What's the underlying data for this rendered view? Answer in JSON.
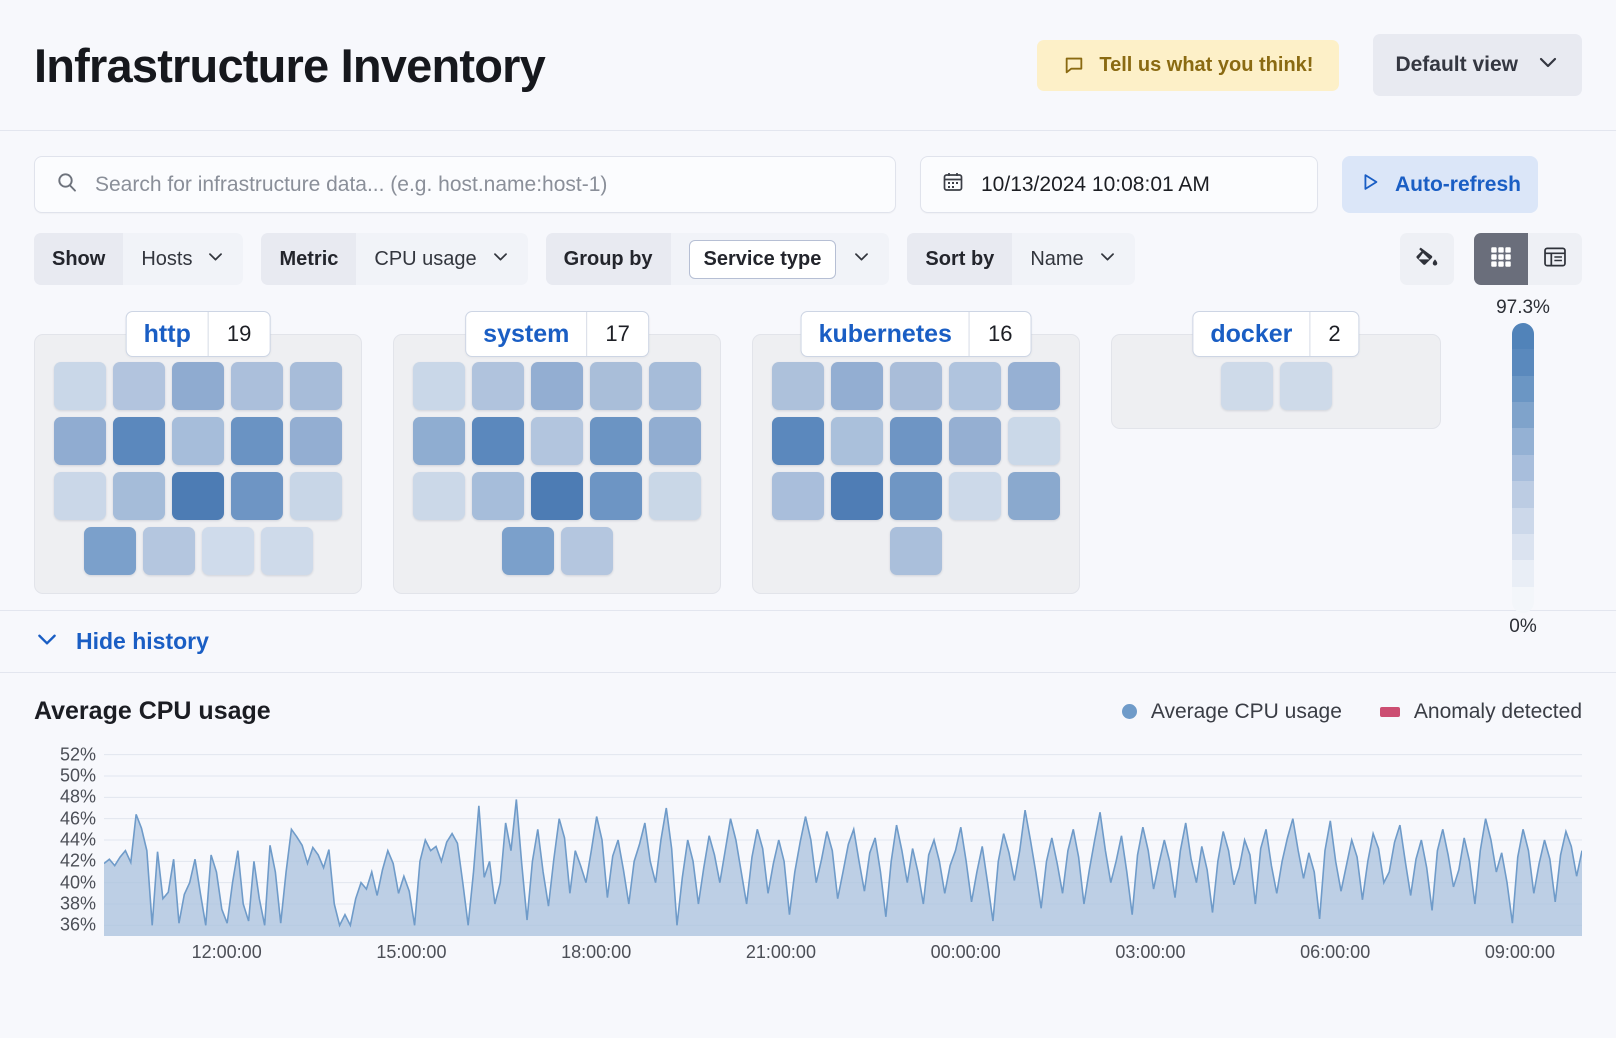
{
  "header": {
    "title": "Infrastructure Inventory",
    "feedback_label": "Tell us what you think!",
    "feedback_icon": "speech-bubble-icon",
    "view_label": "Default view",
    "view_icon": "chevron-down-icon"
  },
  "search": {
    "placeholder": "Search for infrastructure data... (e.g. host.name:host-1)",
    "icon": "search-icon",
    "date_value": "10/13/2024 10:08:01 AM",
    "date_icon": "calendar-icon",
    "refresh_label": "Auto-refresh",
    "refresh_icon": "play-icon"
  },
  "controls": {
    "show_label": "Show",
    "show_value": "Hosts",
    "metric_label": "Metric",
    "metric_value": "CPU usage",
    "groupby_label": "Group by",
    "groupby_value": "Service type",
    "sortby_label": "Sort by",
    "sortby_value": "Name",
    "fill_icon": "paint-bucket-icon",
    "grid_view_icon": "grid-view-icon",
    "table_view_icon": "table-view-icon"
  },
  "legend_scale": {
    "max": "97.3%",
    "min": "0%",
    "colors": [
      "#5183b9",
      "#5a89bd",
      "#6b96c4",
      "#7fa3cb",
      "#94b1d4",
      "#a8bedc",
      "#bccce3",
      "#ccd8ea",
      "#dbe3f0",
      "#e9eef6",
      "#f3f6fa"
    ]
  },
  "groups": [
    {
      "name": "http",
      "count": "19",
      "tiles": [
        "#c9d7e8",
        "#b2c4de",
        "#8fabd0",
        "#abbfdb",
        "#a7bcd9",
        "#90acd1",
        "#5b88bd",
        "#a6bdda",
        "#6a93c3",
        "#93aed2",
        "#cad7e8",
        "#a5bcd9",
        "#4d7cb4",
        "#6e95c4",
        "#c8d6e7",
        "#7ba0cb",
        "#b4c6df",
        "#cfdbeb",
        "#cedaea"
      ]
    },
    {
      "name": "system",
      "count": "17",
      "tiles": [
        "#c9d7e8",
        "#b0c3dd",
        "#93aed2",
        "#a9bed9",
        "#a6bcd9",
        "#8fadd1",
        "#5b88bd",
        "#b2c5de",
        "#6b94c3",
        "#91add1",
        "#cbd8e8",
        "#a6bdda",
        "#4d7cb4",
        "#6d95c4",
        "#c9d7e7",
        "#7ba0cb",
        "#b4c6df"
      ]
    },
    {
      "name": "kubernetes",
      "count": "16",
      "tiles": [
        "#adc1db",
        "#93aed2",
        "#a9bdd9",
        "#b0c4de",
        "#96b0d3",
        "#5b88bd",
        "#aac0db",
        "#6e95c4",
        "#95afd2",
        "#cad8e8",
        "#a9bedb",
        "#4f7db5",
        "#6f96c4",
        "#ccd9e9",
        "#8aa9ce",
        "#aabfdb"
      ]
    },
    {
      "name": "docker",
      "count": "2",
      "tiles": [
        "#cedae9",
        "#cedae9"
      ]
    }
  ],
  "history": {
    "toggle_label": "Hide history",
    "toggle_icon": "chevron-down-icon"
  },
  "chart_data": {
    "type": "area",
    "title": "Average CPU usage",
    "xlabel": "",
    "ylabel": "",
    "ylim": [
      35,
      53
    ],
    "yticks": [
      "36%",
      "38%",
      "40%",
      "42%",
      "44%",
      "46%",
      "48%",
      "50%",
      "52%"
    ],
    "ytick_values": [
      36,
      38,
      40,
      42,
      44,
      46,
      48,
      50,
      52
    ],
    "xticks": [
      "12:00:00",
      "15:00:00",
      "18:00:00",
      "21:00:00",
      "00:00:00",
      "03:00:00",
      "06:00:00",
      "09:00:00"
    ],
    "xtick_positions": [
      0.083,
      0.208,
      0.333,
      0.458,
      0.583,
      0.708,
      0.833,
      0.958
    ],
    "grid": true,
    "legend_position": "top-right",
    "legend": [
      {
        "name": "Average CPU usage",
        "color": "#6f9bc9",
        "marker": "circle"
      },
      {
        "name": "Anomaly detected",
        "color": "#cc4e72",
        "marker": "square"
      }
    ],
    "series": [
      {
        "name": "Average CPU usage",
        "color": "#6f9bc9",
        "fill": "#a9c1dd",
        "values": [
          41.8,
          42.2,
          41.6,
          42.4,
          43.0,
          41.9,
          46.4,
          45.1,
          43.0,
          36.0,
          42.9,
          38.5,
          39.1,
          42.2,
          36.2,
          38.9,
          40.0,
          42.2,
          39.0,
          36.0,
          42.6,
          41.0,
          37.5,
          36.2,
          40.0,
          43.0,
          38.0,
          36.4,
          42.0,
          38.5,
          36.0,
          43.5,
          41.0,
          36.2,
          41.0,
          45.0,
          44.3,
          43.5,
          41.8,
          43.3,
          42.6,
          41.4,
          43.1,
          38.0,
          36.0,
          37.0,
          36.0,
          38.5,
          40.0,
          39.4,
          41.0,
          38.8,
          41.2,
          43.0,
          41.8,
          39.0,
          40.6,
          39.2,
          36.0,
          42.0,
          44.0,
          43.0,
          43.4,
          42.0,
          43.8,
          44.6,
          43.7,
          40.0,
          36.0,
          41.0,
          47.2,
          40.5,
          42.0,
          38.0,
          40.0,
          45.6,
          43.0,
          47.8,
          41.8,
          36.5,
          42.0,
          45.0,
          41.0,
          37.8,
          42.2,
          46.0,
          44.2,
          39.0,
          43.0,
          41.6,
          40.0,
          43.0,
          46.2,
          44.0,
          38.6,
          42.5,
          44.0,
          41.2,
          38.0,
          42.0,
          43.6,
          45.6,
          42.0,
          40.0,
          44.0,
          47.0,
          43.2,
          36.0,
          40.5,
          44.0,
          42.0,
          38.0,
          41.4,
          44.4,
          42.6,
          40.0,
          43.0,
          46.0,
          44.0,
          41.0,
          38.0,
          42.4,
          45.0,
          43.2,
          39.0,
          41.8,
          44.0,
          42.0,
          37.0,
          41.0,
          43.8,
          46.2,
          44.0,
          40.0,
          42.2,
          44.8,
          43.0,
          38.5,
          41.0,
          43.6,
          45.0,
          42.0,
          39.2,
          42.8,
          44.2,
          41.0,
          36.8,
          42.0,
          45.4,
          43.0,
          40.0,
          43.2,
          41.0,
          38.0,
          42.6,
          44.0,
          42.0,
          39.0,
          41.6,
          43.0,
          45.2,
          42.0,
          38.2,
          41.0,
          43.4,
          40.0,
          36.4,
          42.0,
          44.6,
          42.8,
          40.2,
          43.0,
          46.8,
          44.0,
          41.0,
          37.6,
          42.0,
          44.2,
          41.8,
          39.0,
          43.0,
          45.0,
          42.4,
          38.0,
          41.2,
          44.0,
          46.6,
          43.0,
          40.0,
          42.0,
          44.4,
          41.0,
          37.0,
          42.6,
          45.2,
          43.0,
          39.4,
          41.8,
          44.0,
          42.0,
          38.6,
          43.0,
          45.6,
          42.2,
          40.0,
          43.4,
          41.2,
          37.2,
          42.0,
          44.8,
          43.0,
          39.8,
          41.4,
          44.0,
          42.6,
          38.0,
          43.2,
          45.0,
          41.6,
          39.0,
          42.0,
          44.2,
          46.0,
          43.0,
          40.4,
          42.8,
          41.0,
          36.6,
          43.0,
          45.8,
          42.0,
          39.2,
          41.6,
          44.0,
          42.4,
          38.4,
          42.0,
          44.6,
          43.2,
          40.0,
          41.0,
          43.8,
          45.4,
          42.0,
          38.8,
          42.2,
          44.0,
          41.4,
          37.4,
          43.0,
          45.0,
          42.6,
          39.6,
          41.2,
          44.2,
          42.0,
          38.0,
          43.0,
          46.0,
          44.0,
          41.0,
          42.8,
          40.0,
          36.2,
          42.4,
          45.0,
          43.0,
          39.0,
          41.8,
          44.0,
          42.2,
          38.2,
          42.6,
          44.8,
          43.4,
          40.6,
          43.0
        ]
      }
    ]
  }
}
